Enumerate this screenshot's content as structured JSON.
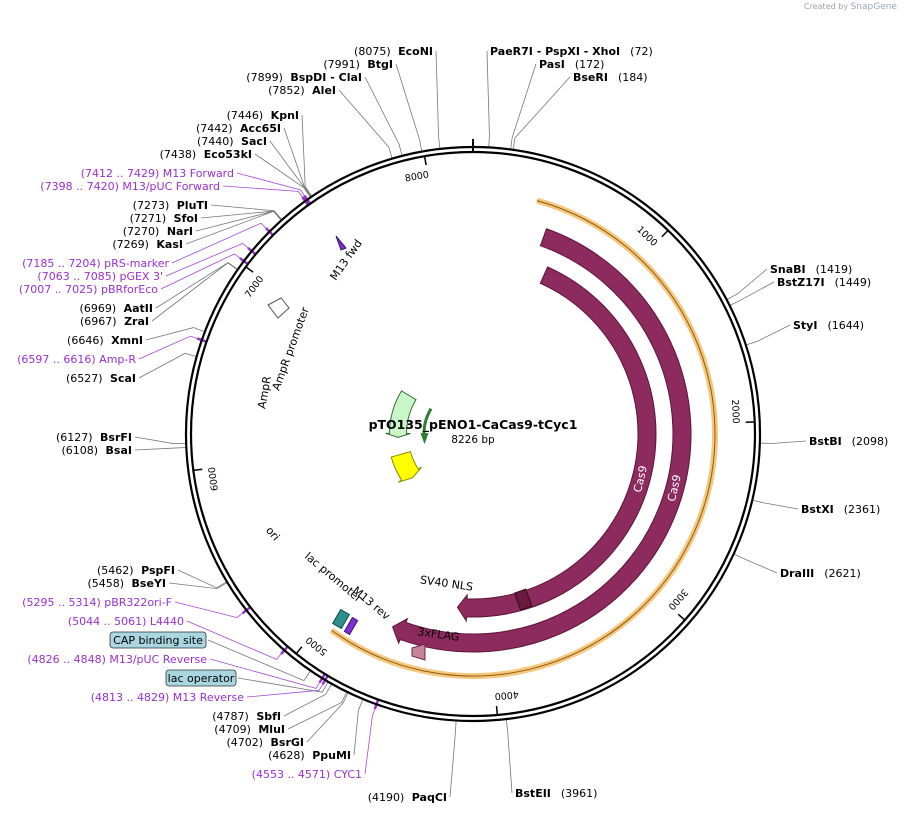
{
  "credit": {
    "created_by": "Created by",
    "brand": "SnapGene"
  },
  "plasmid": {
    "name": "pTO135_pENO1-CaCas9-tCyc1",
    "size_label": "8226 bp",
    "length": 8226
  },
  "colors": {
    "enzyme_text": "#000000",
    "primer_text": "#9b2fd1",
    "cas9": "#8e2b5e",
    "ampr": "#c8f6c8",
    "ori": "#ffff00",
    "cas9_orf_outline": "#f6c77a"
  },
  "tick_labels": [
    "1000",
    "2000",
    "3000",
    "4000",
    "5000",
    "6000",
    "7000",
    "8000"
  ],
  "enzymes_right": [
    {
      "pos": "(72)",
      "name": "PaeR7I  - PspXI  - XhoI",
      "bp": 72
    },
    {
      "pos": "(172)",
      "name": "PasI",
      "bp": 172
    },
    {
      "pos": "(184)",
      "name": "BseRI",
      "bp": 184
    },
    {
      "pos": "(1419)",
      "name": "SnaBI",
      "bp": 1419
    },
    {
      "pos": "(1449)",
      "name": "BstZ17I",
      "bp": 1449
    },
    {
      "pos": "(1644)",
      "name": "StyI",
      "bp": 1644
    },
    {
      "pos": "(2098)",
      "name": "BstBI",
      "bp": 2098
    },
    {
      "pos": "(2361)",
      "name": "BstXI",
      "bp": 2361
    },
    {
      "pos": "(2621)",
      "name": "DraIII",
      "bp": 2621
    },
    {
      "pos": "(3961)",
      "name": "BstEII",
      "bp": 3961
    }
  ],
  "enzymes_left": [
    {
      "pos": "(4190)",
      "name": "PaqCI",
      "bp": 4190
    },
    {
      "pos": "(4628)",
      "name": "PpuMI",
      "bp": 4628
    },
    {
      "pos": "(4702)",
      "name": "BsrGI",
      "bp": 4702
    },
    {
      "pos": "(4709)",
      "name": "MluI",
      "bp": 4709
    },
    {
      "pos": "(4787)",
      "name": "SbfI",
      "bp": 4787
    },
    {
      "pos": "(5458)",
      "name": "BseYI",
      "bp": 5458
    },
    {
      "pos": "(5462)",
      "name": "PspFI",
      "bp": 5462
    },
    {
      "pos": "(6108)",
      "name": "BsaI",
      "bp": 6108
    },
    {
      "pos": "(6127)",
      "name": "BsrFI",
      "bp": 6127
    },
    {
      "pos": "(6527)",
      "name": "ScaI",
      "bp": 6527
    },
    {
      "pos": "(6646)",
      "name": "XmnI",
      "bp": 6646
    },
    {
      "pos": "(6967)",
      "name": "ZraI",
      "bp": 6967
    },
    {
      "pos": "(6969)",
      "name": "AatII",
      "bp": 6969
    },
    {
      "pos": "(7269)",
      "name": "KasI",
      "bp": 7269
    },
    {
      "pos": "(7270)",
      "name": "NarI",
      "bp": 7270
    },
    {
      "pos": "(7271)",
      "name": "SfoI",
      "bp": 7271
    },
    {
      "pos": "(7273)",
      "name": "PluTI",
      "bp": 7273
    },
    {
      "pos": "(7438)",
      "name": "Eco53kI",
      "bp": 7438
    },
    {
      "pos": "(7440)",
      "name": "SacI",
      "bp": 7440
    },
    {
      "pos": "(7442)",
      "name": "Acc65I",
      "bp": 7442
    },
    {
      "pos": "(7446)",
      "name": "KpnI",
      "bp": 7446
    },
    {
      "pos": "(7852)",
      "name": "AleI",
      "bp": 7852
    },
    {
      "pos": "(7899)",
      "name": "BspDI  - ClaI",
      "bp": 7899
    },
    {
      "pos": "(7991)",
      "name": "BtgI",
      "bp": 7991
    },
    {
      "pos": "(8075)",
      "name": "EcoNI",
      "bp": 8075
    }
  ],
  "primers": [
    {
      "label": "(4553 .. 4571)  CYC1",
      "bp": 4562
    },
    {
      "label": "(4813 .. 4829)  M13 Reverse",
      "bp": 4821
    },
    {
      "label": "(4826 .. 4848)  M13/pUC Reverse",
      "bp": 4837
    },
    {
      "label": "(5044 .. 5061)  L4440",
      "bp": 5052
    },
    {
      "label": "(5295 .. 5314)  pBR322ori-F",
      "bp": 5304
    },
    {
      "label": "(6597 .. 6616)  Amp-R",
      "bp": 6606
    },
    {
      "label": "(7007 .. 7025)  pBRforEco",
      "bp": 7016
    },
    {
      "label": "(7063 .. 7085)  pGEX 3'",
      "bp": 7074
    },
    {
      "label": "(7185 .. 7204)  pRS-marker",
      "bp": 7194
    },
    {
      "label": "(7398 .. 7420)  M13/pUC Forward",
      "bp": 7409
    },
    {
      "label": "(7412 .. 7429)  M13 Forward",
      "bp": 7420
    }
  ],
  "boxed_features": [
    {
      "label": "CAP binding site",
      "bp": 4900
    },
    {
      "label": "lac operator",
      "bp": 4805
    }
  ],
  "inner_features": {
    "cas9_inner": "Cas9",
    "cas9_outer": "Cas9",
    "sv40": "SV40 NLS",
    "flag": "3xFLAG",
    "m13fwd": "M13 fwd",
    "ampr_promoter": "AmpR promoter",
    "ampr": "AmpR",
    "ori": "ori",
    "lac_promoter": "lac promoter",
    "m13rev": "M13 rev"
  }
}
